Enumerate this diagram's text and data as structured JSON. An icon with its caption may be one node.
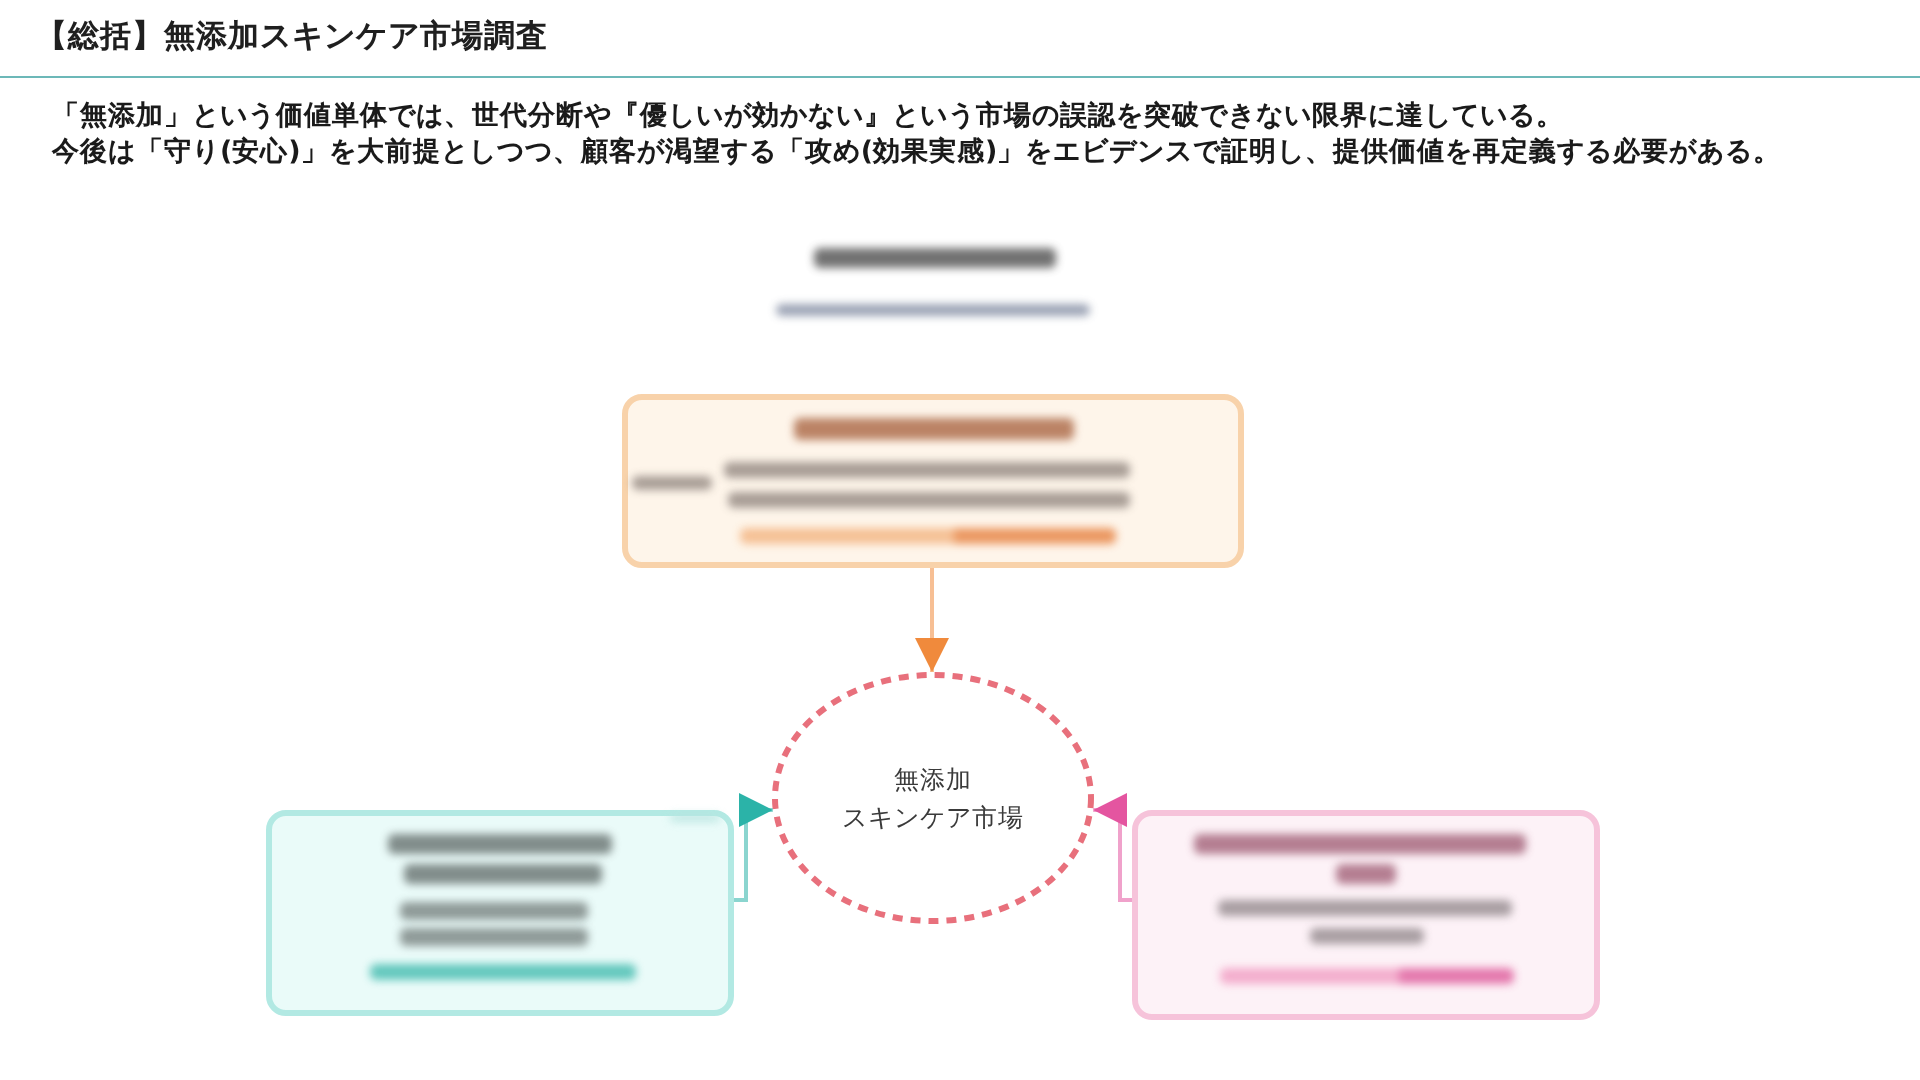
{
  "diagram": {
    "title": "【総括】無添加スキンケア市場調査",
    "nodes": [
      {
        "text": [],
        "shape": "box"
      },
      {
        "text": [
          "無添加スキンケア市場"
        ]
      },
      {
        "text": [],
        "shape": "box"
      },
      {
        "text": [],
        "shape": "box"
      }
    ],
    "edges": [
      {
        "from": 0,
        "to": 1,
        "arrow": "to",
        "color": "#f08a3c"
      },
      {
        "from": 2,
        "to": 1,
        "arrow": "to",
        "color": "#2bb3a8"
      },
      {
        "from": 3,
        "to": 1,
        "arrow": "to",
        "color": "#e455a0"
      }
    ],
    "labels": [
      "「無添加」という価値単体では、世代分断や『優しいが効かない』という市場の誤認を突破できない限界に達している。",
      "今後は「守り(安心)」を大前提としつつ、顧客が渇望する「攻め(効果実感)」をエビデンスで証明し、提供価値を再定義する必要がある。"
    ]
  }
}
